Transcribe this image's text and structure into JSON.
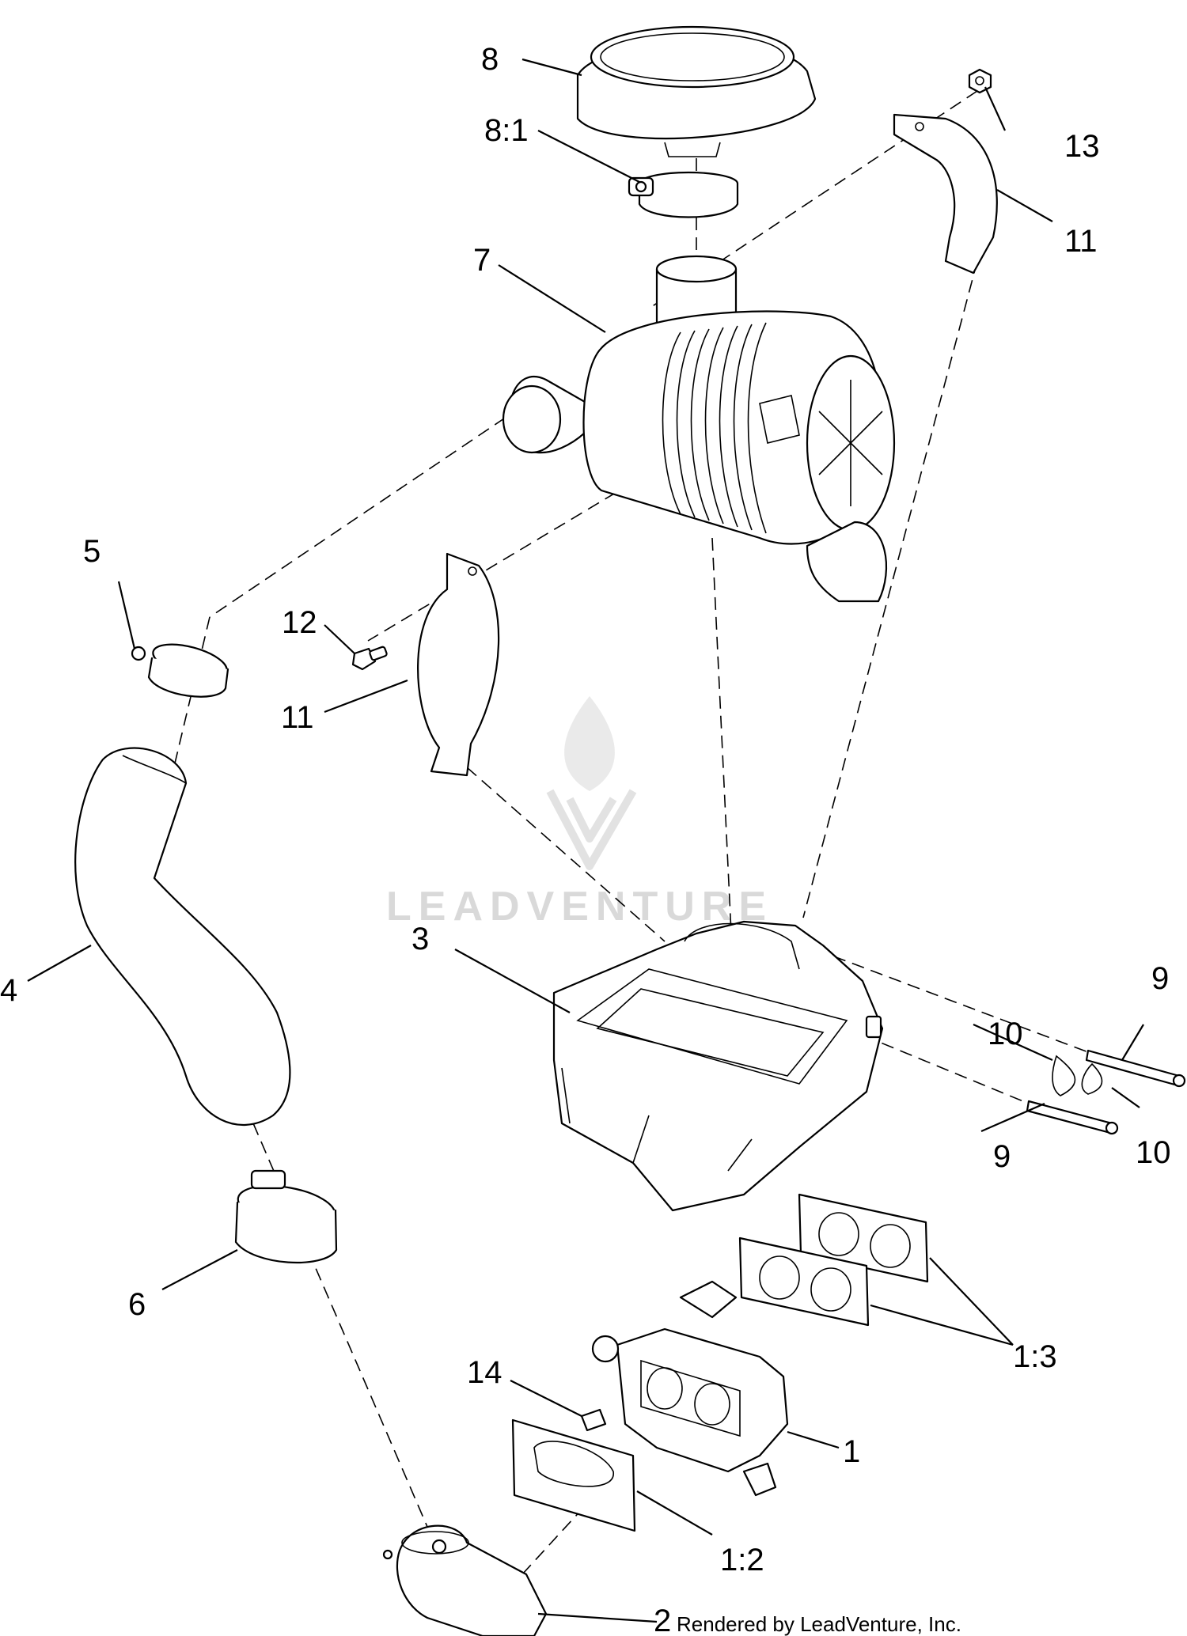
{
  "watermark": {
    "text": "LEADVENTURE"
  },
  "credit": "Rendered by LeadVenture, Inc.",
  "callouts": {
    "p1": "1",
    "p1_2": "1:2",
    "p1_3": "1:3",
    "p2": "2",
    "p3": "3",
    "p4": "4",
    "p5": "5",
    "p6": "6",
    "p7": "7",
    "p8": "8",
    "p8_1": "8:1",
    "p9a": "9",
    "p9b": "9",
    "p10a": "10",
    "p10b": "10",
    "p11a": "11",
    "p11b": "11",
    "p12": "12",
    "p13": "13",
    "p14": "14"
  }
}
